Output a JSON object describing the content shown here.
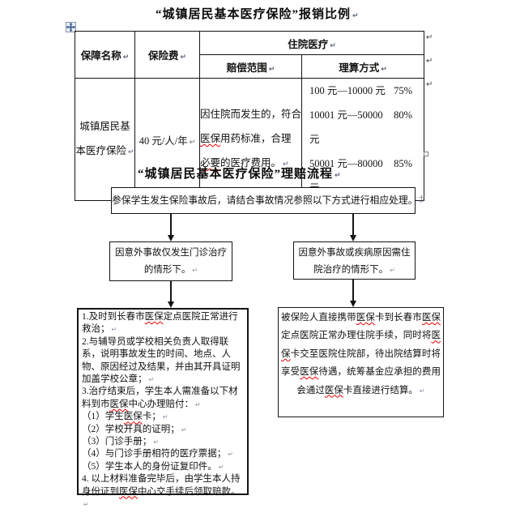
{
  "titles": {
    "reimbursement": "“城镇居民基本医疗保险”报销比例",
    "claims": "“城镇居民基本医疗保险”理赔流程"
  },
  "table": {
    "headers": {
      "name": "保障名称",
      "premium": "保险费",
      "hospitalization": "住院医疗",
      "scope": "赔偿范围",
      "method": "理算方式"
    },
    "body": {
      "name": "城镇居民基本医疗保险",
      "premium": "40 元/人/年",
      "scope": "因住院而发生的，符合医保用药标准，合理必要的医疗费用。",
      "rates": [
        {
          "range": "100 元—10000 元",
          "pct": "75%"
        },
        {
          "range": "10001 元—50000 元",
          "pct": "80%"
        },
        {
          "range": "50001 元—80000 元",
          "pct": "85%"
        }
      ]
    }
  },
  "flowchart": {
    "start": "参保学生发生保险事故后，请结合事故情况参照以下方式进行相应处理。",
    "branch_left": "因意外事故仅发生门诊治疗的情形下。",
    "branch_right": "因意外事故或疾病原因需住院治疗的情形下。",
    "detail_left_items": [
      "1.及时到长春市医保定点医院正常进行救治；",
      "2.与辅导员或学校相关负责人取得联系，说明事故发生的时间、地点、人物、原因经过及结果，并由其开具证明加盖学校公章；",
      "3.治疗结束后，学生本人需准备以下材料到市医保中心办理赔付：",
      "（1）学生医保卡；",
      "（2）学校开具的证明；",
      "（3）门诊手册；",
      "（4）与门诊手册相符的医疗票据；",
      "（5）学生本人的身份证复印件。",
      "4. 以上材料准备完毕后，由学生本人持身份证到医保中心交手续后领取赔款。"
    ],
    "detail_right": "被保险人直接携带医保卡到长春市医保定点医院正常办理住院手续，同时将医保卡交至医院住院部，待出院结算时将享受医保待遇，统筹基金应承担的费用会通过医保卡直接进行结算。"
  },
  "spellcheck_terms": [
    "医保",
    "必要"
  ],
  "colors": {
    "line": "#141414",
    "spellcheck": "#e60000",
    "handle_blue": "#3b5e91"
  }
}
